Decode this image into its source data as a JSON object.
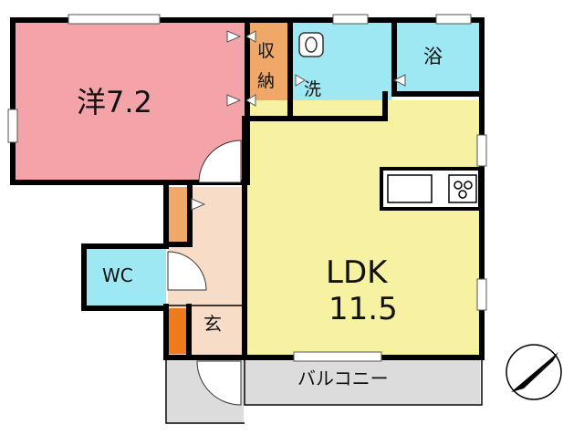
{
  "rooms": {
    "western": {
      "name": "洋7.2",
      "color": "#f4a3a8"
    },
    "storage": {
      "line1": "収",
      "line2": "納",
      "color": "#f0a868"
    },
    "washroom": {
      "name": "洗",
      "color": "#9de8f2"
    },
    "bath": {
      "name": "浴",
      "color": "#9de8f2"
    },
    "ldk": {
      "line1": "LDK",
      "line2": "11.5",
      "color": "#f6f2a2"
    },
    "wc": {
      "name": "WC",
      "color": "#9de8f2"
    },
    "entrance": {
      "name": "玄",
      "color": "#f7dcc8"
    },
    "balcony": {
      "name": "バルコニー",
      "color": "#dcdcdc"
    }
  },
  "icons": [
    "compass-icon",
    "sink-icon",
    "stove-icon",
    "washbasin-icon"
  ]
}
